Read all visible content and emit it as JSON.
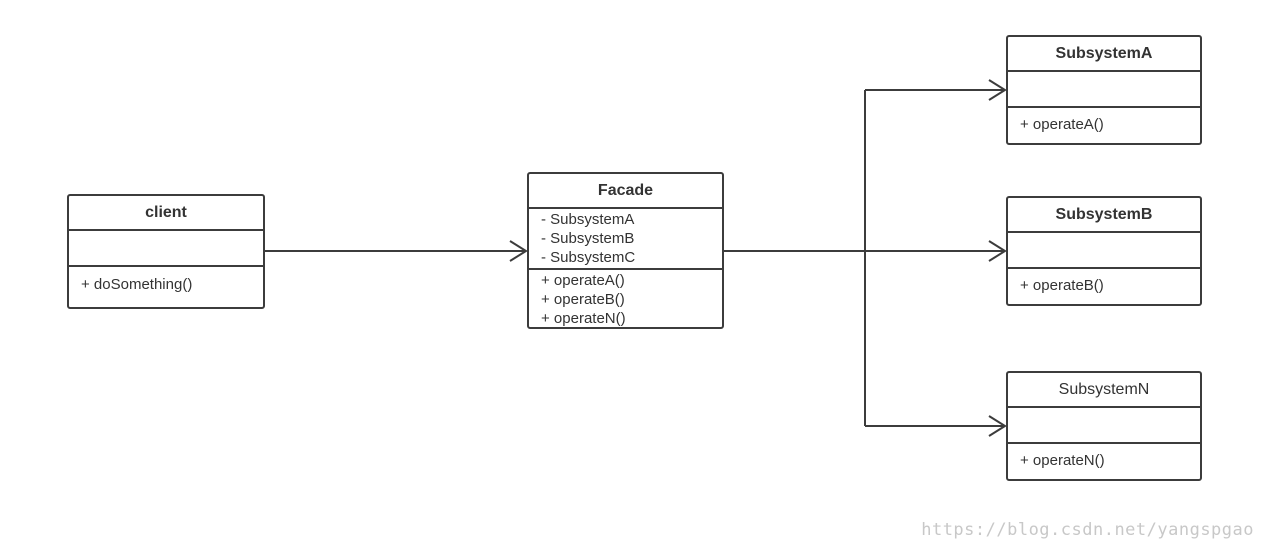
{
  "classes": {
    "client": {
      "name": "client",
      "attributes": [],
      "operations": [
        "+ doSomething()"
      ]
    },
    "facade": {
      "name": "Facade",
      "attributes": [
        "- SubsystemA",
        "- SubsystemB",
        "- SubsystemC"
      ],
      "operations": [
        "+ operateA()",
        "+ operateB()",
        "+ operateN()"
      ]
    },
    "subsystem_a": {
      "name": "SubsystemA",
      "attributes": [],
      "operations": [
        "+ operateA()"
      ]
    },
    "subsystem_b": {
      "name": "SubsystemB",
      "attributes": [],
      "operations": [
        "+ operateB()"
      ]
    },
    "subsystem_n": {
      "name": "SubsystemN",
      "attributes": [],
      "operations": [
        "+ operateN()"
      ]
    }
  },
  "watermark": "https://blog.csdn.net/yangspgao",
  "colors": {
    "stroke": "#3c3c3c",
    "text": "#333333",
    "watermark": "#c8c8c8"
  }
}
